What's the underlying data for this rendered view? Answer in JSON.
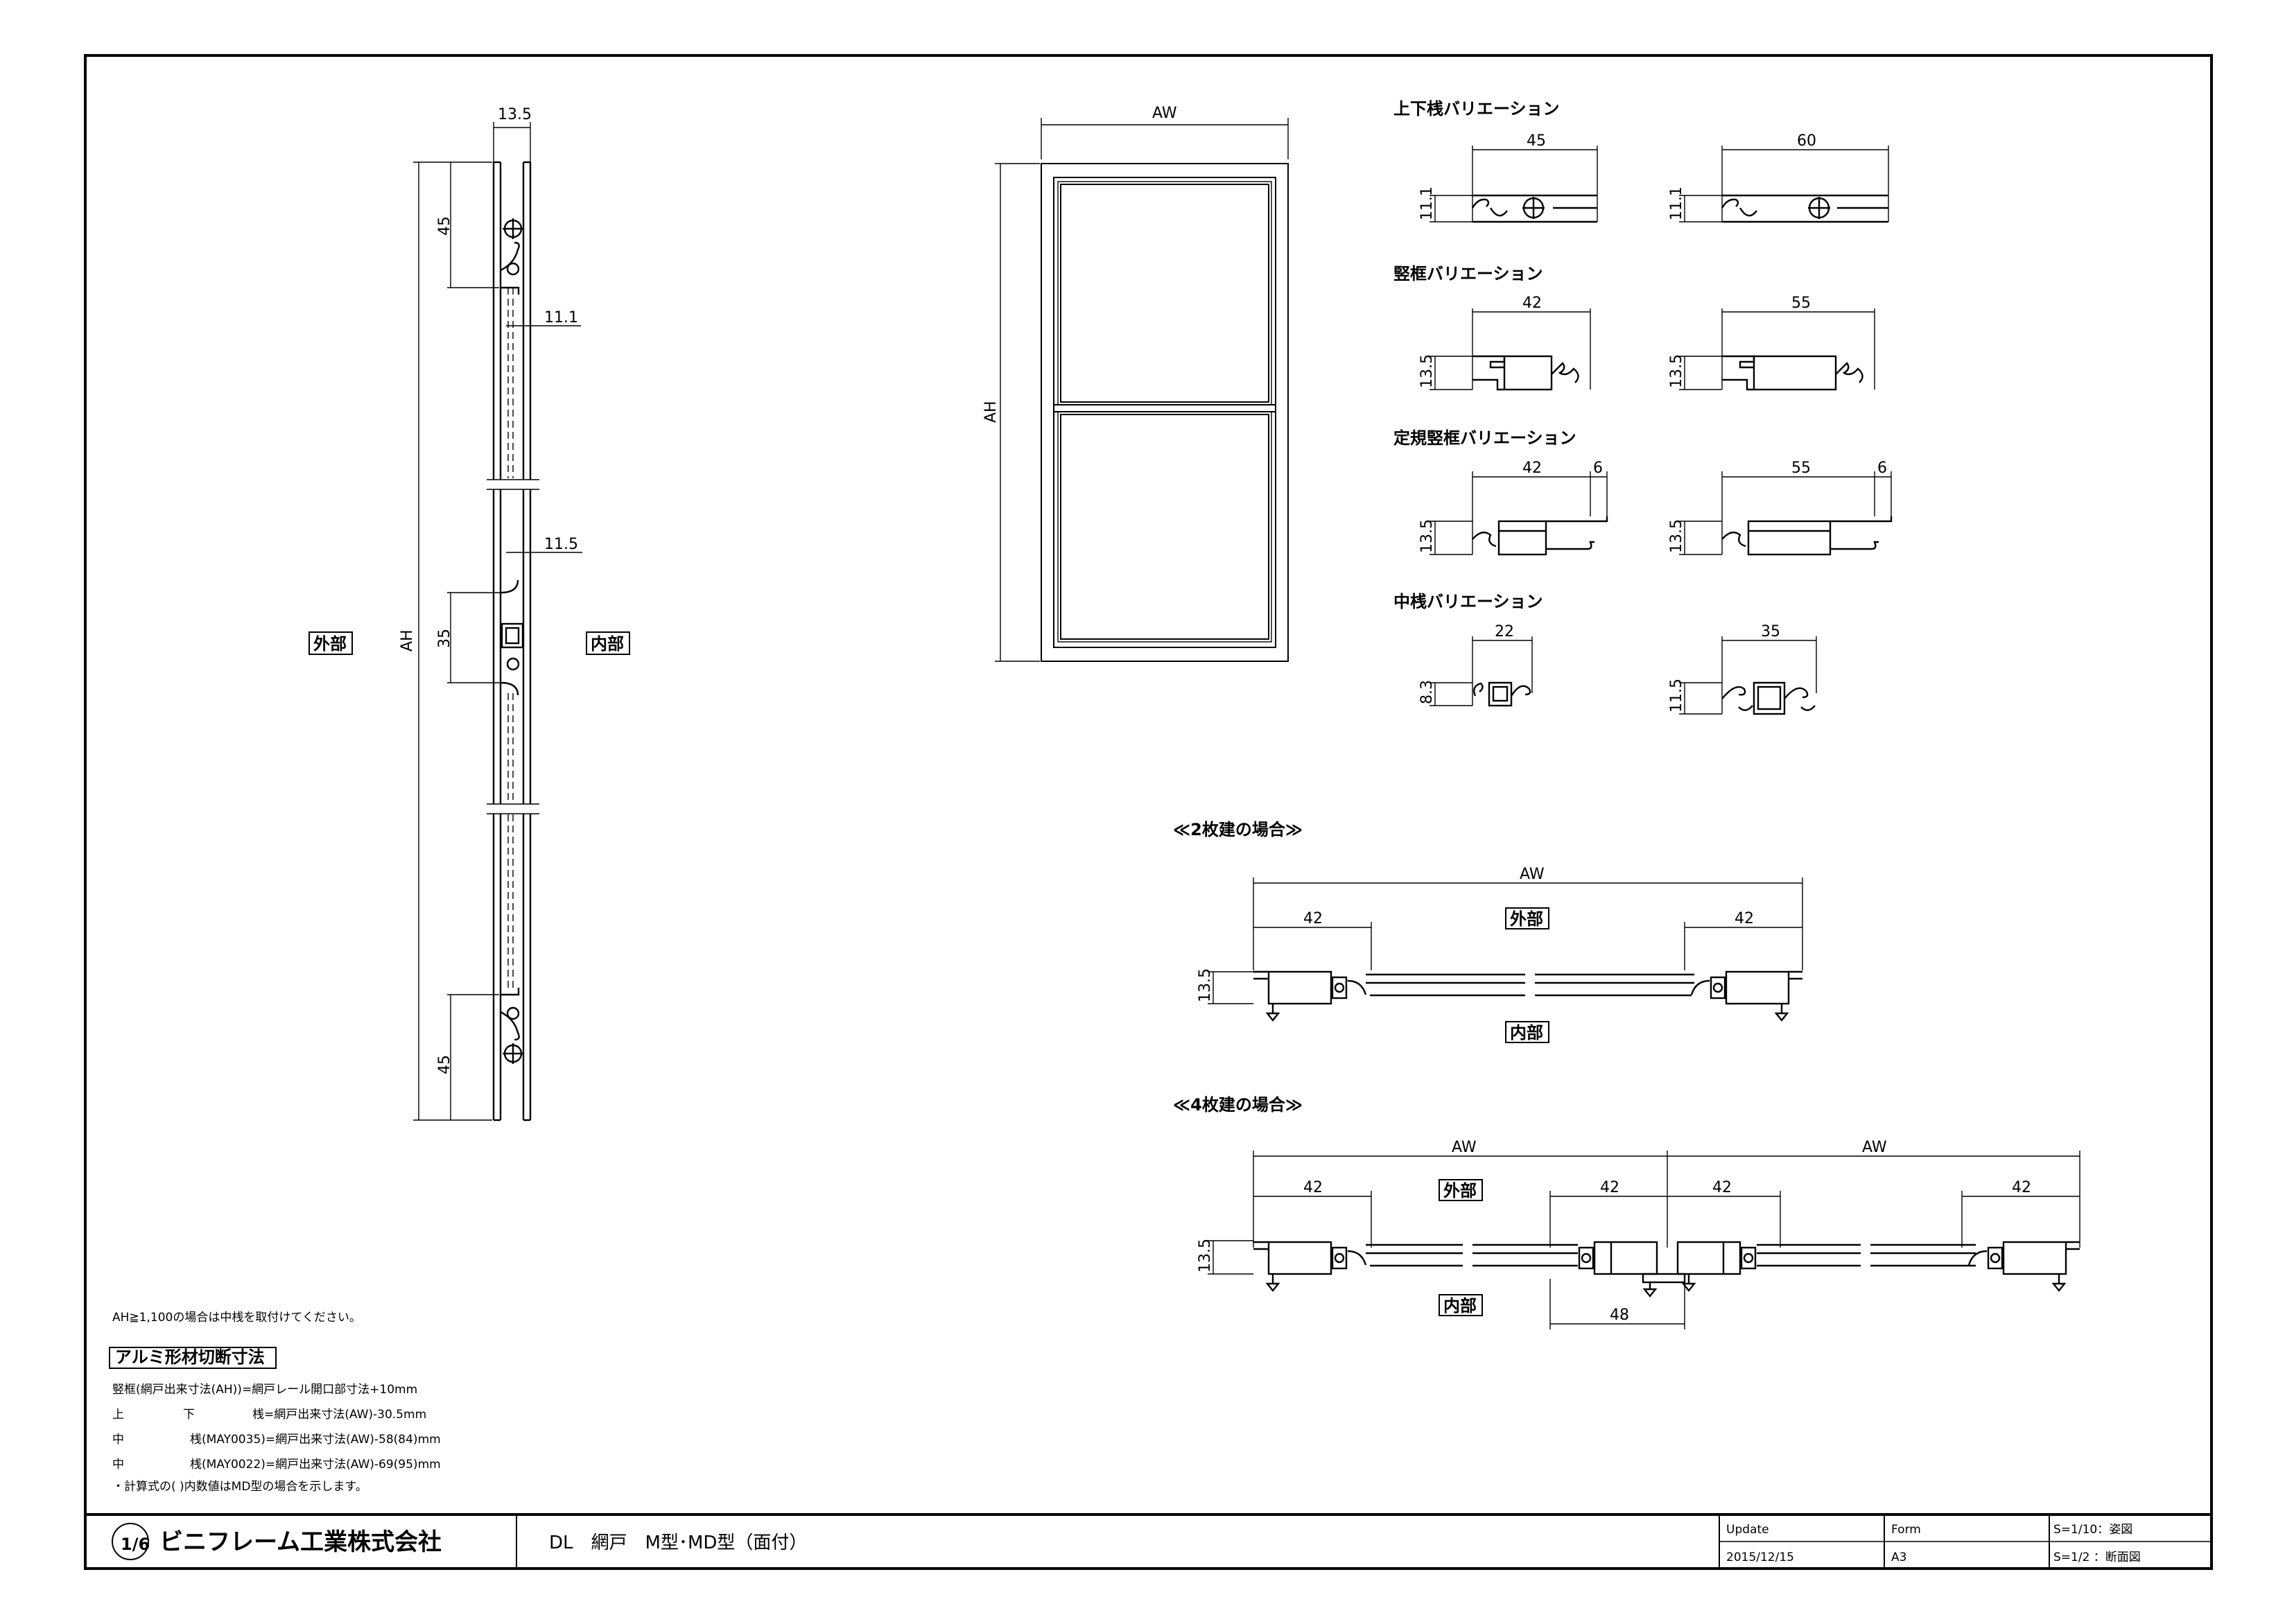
{
  "title_block": {
    "company_name": "ビニフレーム工業株式会社",
    "drawing_title": "DL　網戸　M型･MD型（面付）",
    "update_label": "Update",
    "update_date": "2015/12/15",
    "form_label": "Form",
    "form_value": "A3",
    "scale_1": "S=1/10：姿図",
    "scale_2": "S=1/2 ：断面図"
  },
  "section": {
    "outside": "外部",
    "inside": "内部",
    "ah": "AH",
    "dims": {
      "top_width": "13.5",
      "rail_top": "45",
      "gap1": "11.1",
      "gap2": "11.5",
      "mid": "35",
      "rail_bottom": "45"
    }
  },
  "elevation": {
    "aw": "AW",
    "ah": "AH"
  },
  "variations": {
    "top_bottom_title": "上下桟バリエーション",
    "top_bottom_a": {
      "w": "45",
      "h": "11.1"
    },
    "top_bottom_b": {
      "w": "60",
      "h": "11.1"
    },
    "stile_title": "竪框バリエーション",
    "stile_a": {
      "w": "42",
      "h": "13.5"
    },
    "stile_b": {
      "w": "55",
      "h": "13.5"
    },
    "std_stile_title": "定規竪框バリエーション",
    "std_stile_a": {
      "w": "42",
      "w2": "6",
      "h": "13.5"
    },
    "std_stile_b": {
      "w": "55",
      "w2": "6",
      "h": "13.5"
    },
    "mid_title": "中桟バリエーション",
    "mid_a": {
      "w": "22",
      "h": "8.3"
    },
    "mid_b": {
      "w": "35",
      "h": "11.5"
    }
  },
  "two_panel": {
    "title": "≪2枚建の場合≫",
    "aw": "AW",
    "left": "42",
    "right": "42",
    "h": "13.5",
    "outside": "外部",
    "inside": "内部"
  },
  "four_panel": {
    "title": "≪4枚建の場合≫",
    "aw1": "AW",
    "aw2": "AW",
    "d1": "42",
    "d2": "42",
    "d3": "42",
    "d4": "42",
    "h": "13.5",
    "overlap": "48",
    "outside": "外部",
    "inside": "内部"
  },
  "notes": {
    "ah_note": "AH≧1,100の場合は中桟を取付けてください。",
    "cut_title": "アルミ形材切断寸法",
    "line1": "竪框(網戸出来寸法(AH))=網戸レール開口部寸法+10mm",
    "line2_a": "上",
    "line2_b": "下",
    "line2_c": "桟=網戸出来寸法(AW)-30.5mm",
    "line3_a": "中",
    "line3_c": "桟(MAY0035)=網戸出来寸法(AW)-58(84)mm",
    "line4_a": "中",
    "line4_c": "桟(MAY0022)=網戸出来寸法(AW)-69(95)mm",
    "line5": "・計算式の( )内数値はMD型の場合を示します。"
  }
}
